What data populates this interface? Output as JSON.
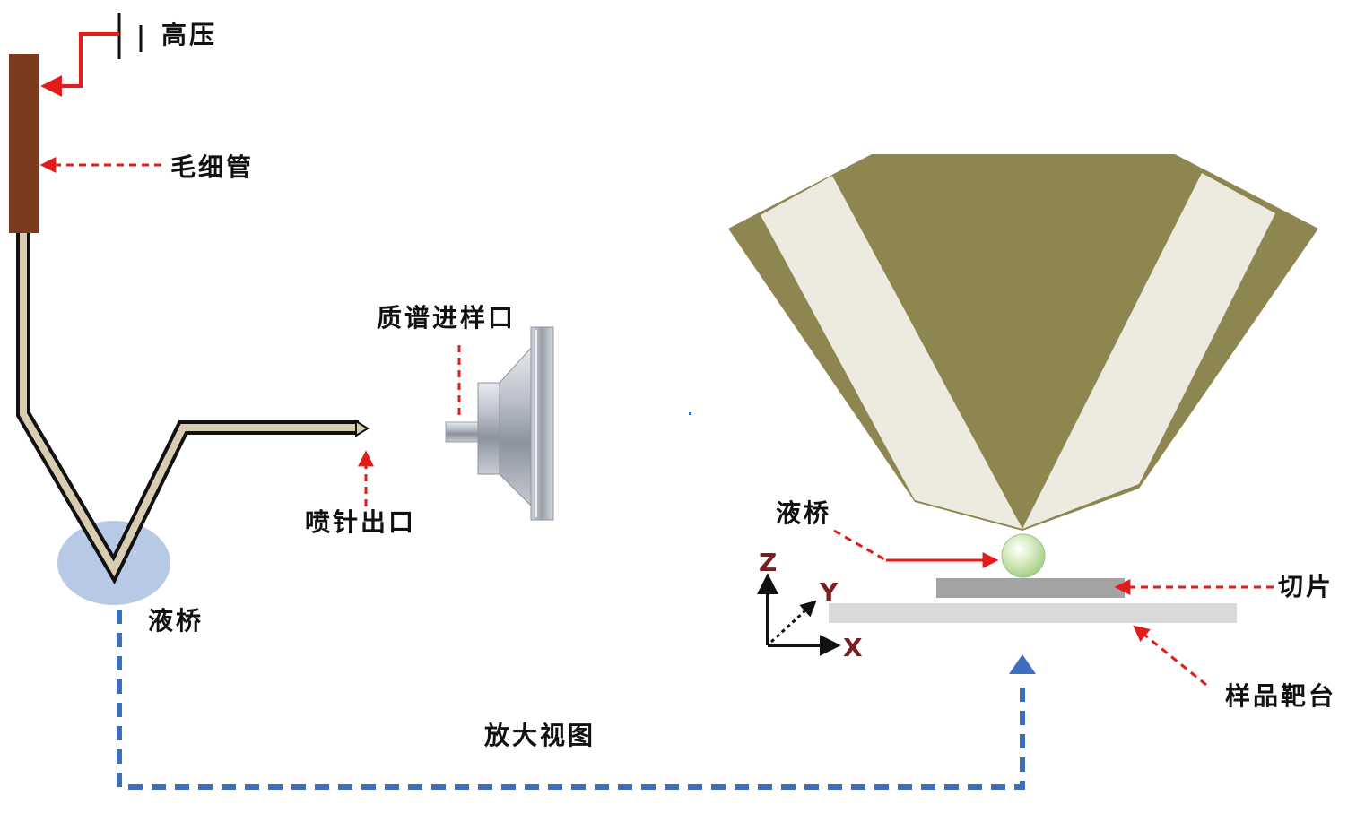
{
  "labels": {
    "high_voltage": "高压",
    "capillary": "毛细管",
    "ms_inlet": "质谱进样口",
    "nozzle_outlet": "喷针出口",
    "liquid_bridge_left": "液桥",
    "liquid_bridge_right": "液桥",
    "slice": "切片",
    "sample_stage": "样品靶台",
    "enlarged_view": "放大视图"
  },
  "axes": {
    "z": "Z",
    "y": "Y",
    "x": "X"
  },
  "colors": {
    "capillary": "#7b3a1e",
    "probe_fill": "#d8cdb0",
    "probe_outline": "#111111",
    "droplet": "#b8c9e6",
    "probe_body": "#8e8650",
    "probe_stripe": "#edeae0",
    "liquid_sphere": "#cfe8b8",
    "slice": "#a3a3a3",
    "stage": "#d9d9d9",
    "red_arrow": "#e21b1b",
    "blue_dashed": "#3e6fbf",
    "axis_label": "#7a1f1f"
  }
}
